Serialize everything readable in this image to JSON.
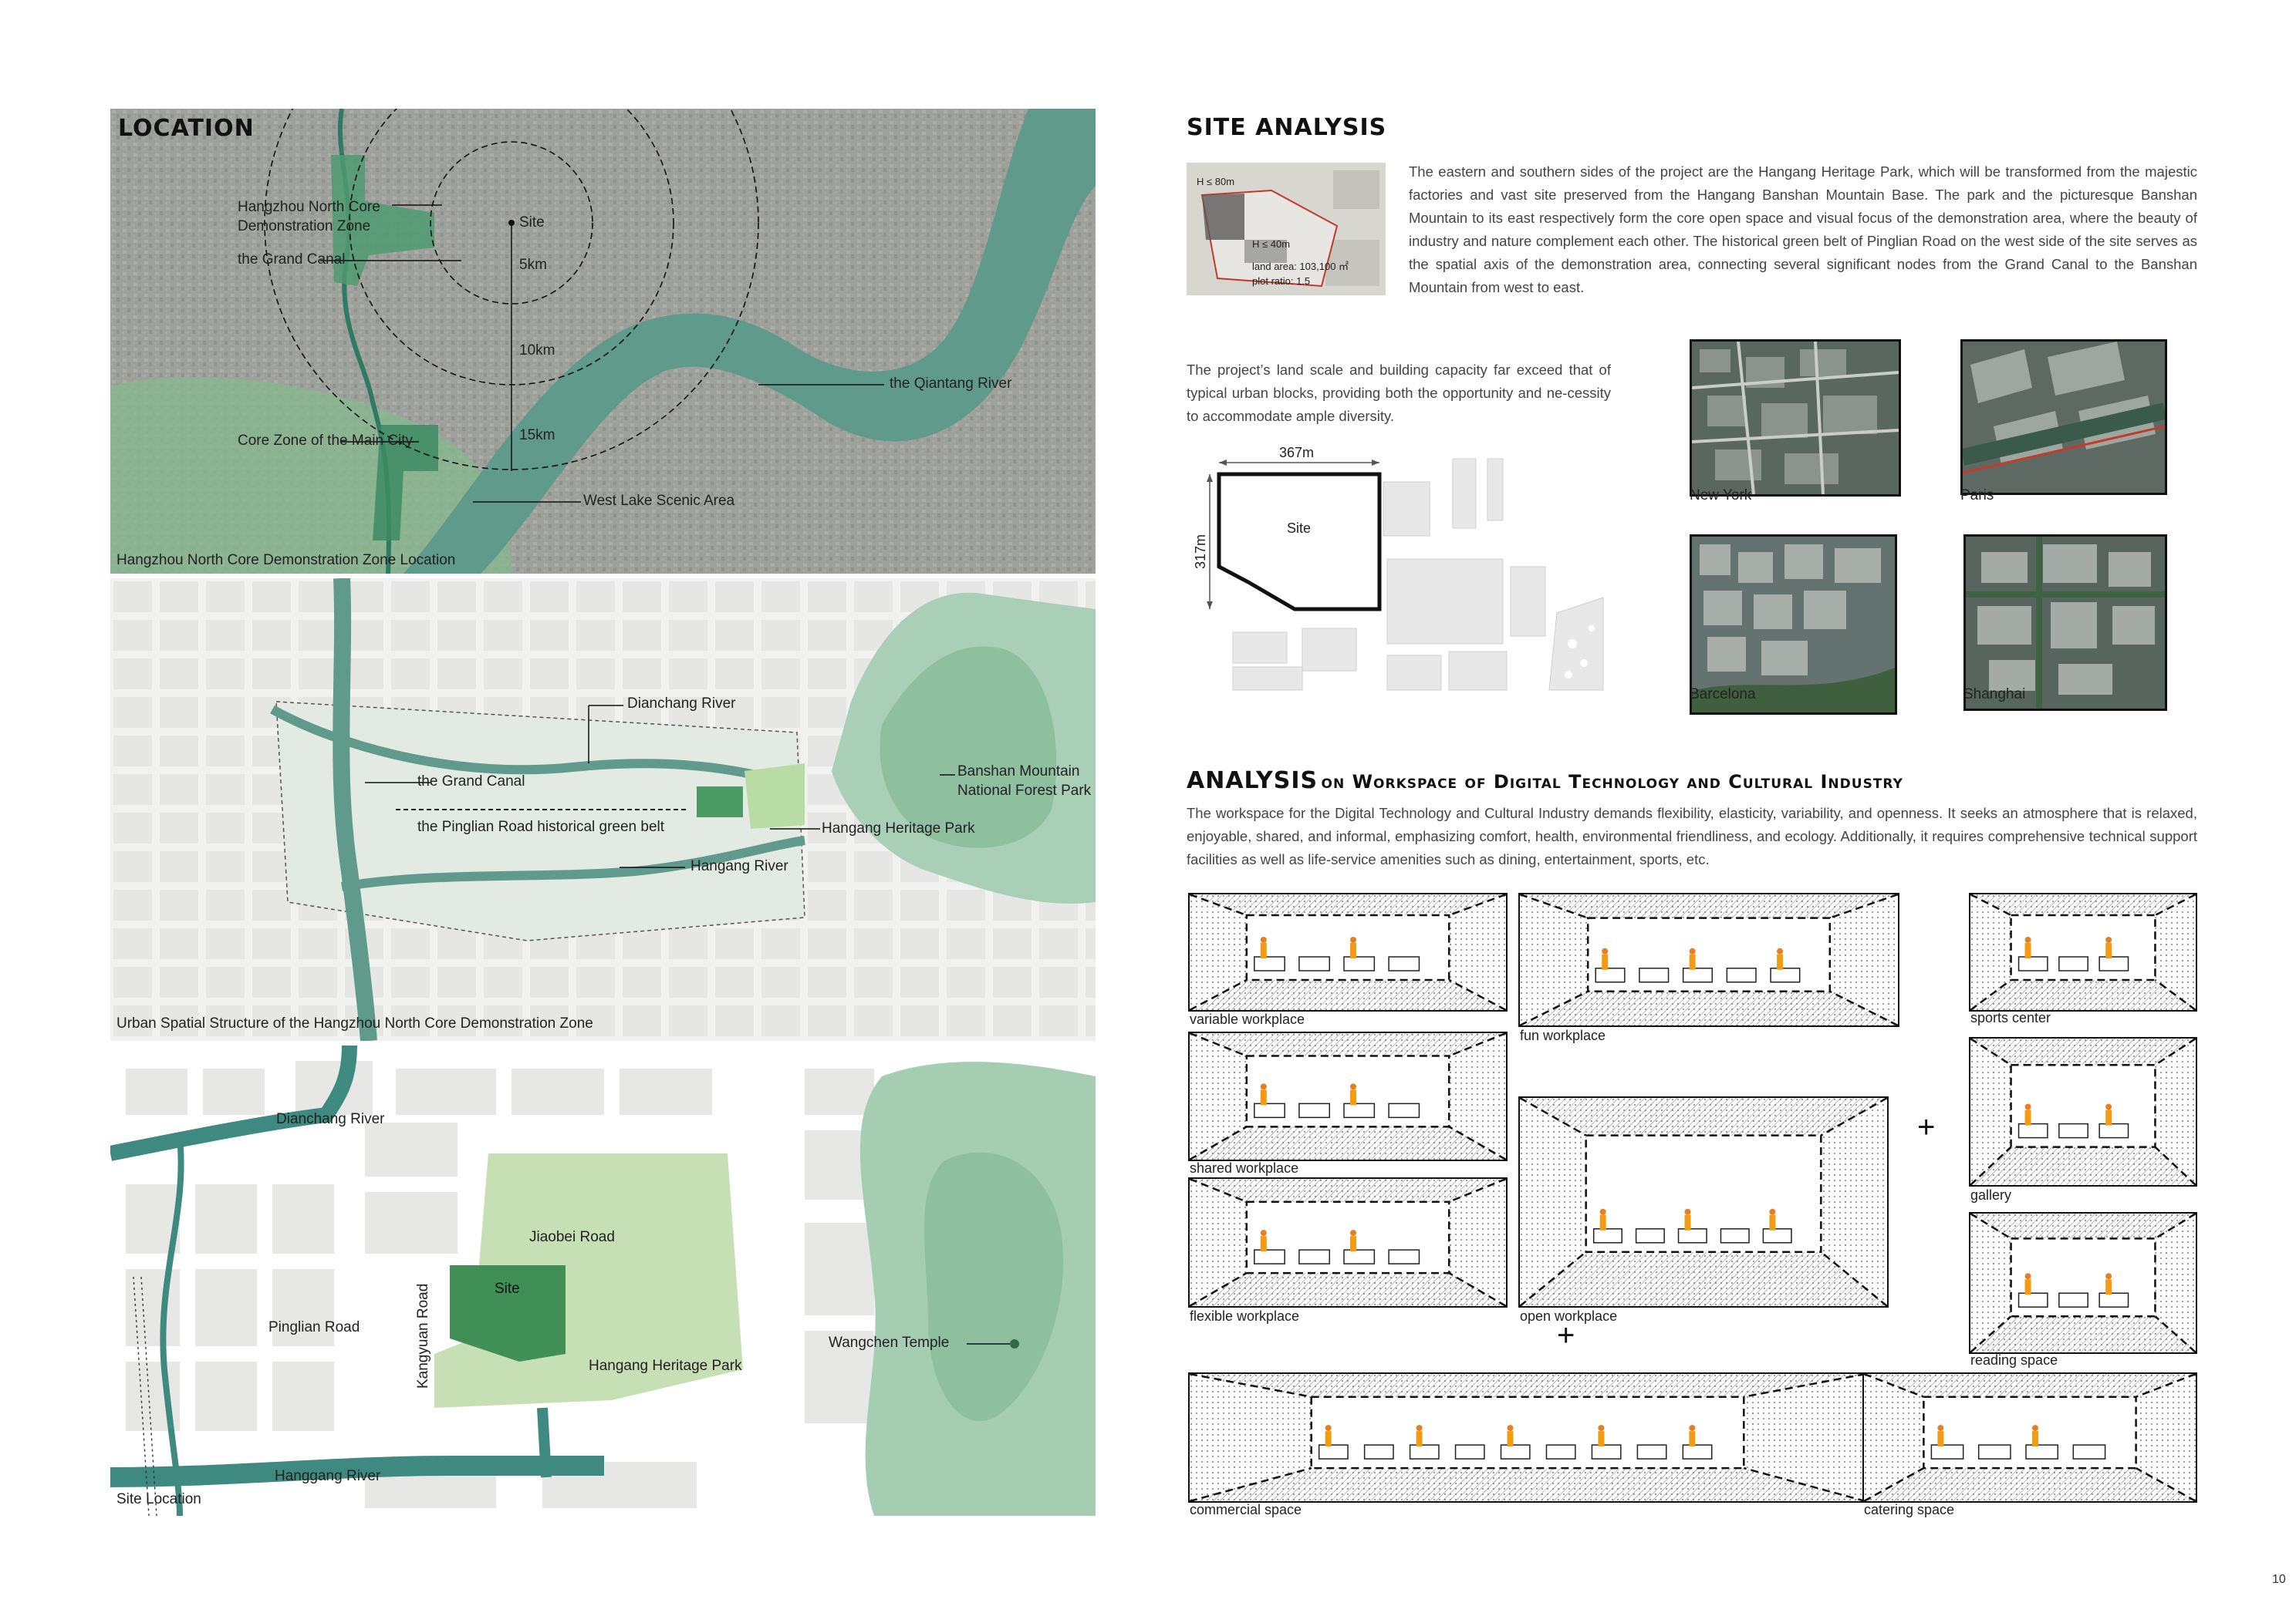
{
  "location": {
    "title": "LOCATION",
    "satellite_caption": "Hangzhou North Core Demonstration Zone Location",
    "satellite_labels": {
      "north_core": "Hangzhou North Core\nDemonstration Zone",
      "site": "Site",
      "grand_canal": "the Grand Canal",
      "r5": "5km",
      "r10": "10km",
      "r15": "15km",
      "core_zone": "Core Zone of the Main City",
      "qiantang": "the Qiantang River",
      "west_lake": "West Lake Scenic Area"
    },
    "structure_caption": "Urban Spatial Structure of the Hangzhou North Core Demonstration Zone",
    "structure_labels": {
      "dianchang": "Dianchang River",
      "grand_canal": "the Grand Canal",
      "banshan": "Banshan Mountain\nNational Forest Park",
      "pinglian_belt": "the Pinglian Road historical green belt",
      "heritage_park": "Hangang Heritage Park",
      "hangang_river": "Hangang River"
    },
    "site_caption": "Site Location",
    "site_labels": {
      "dianchang": "Dianchang River",
      "jiaobei": "Jiaobei Road",
      "site": "Site",
      "pinglian": "Pinglian Road",
      "kangyuan": "Kangyuan Road",
      "heritage_park": "Hangang Heritage Park",
      "wangchen": "Wangchen Temple",
      "hanggang": "Hanggang River"
    }
  },
  "site_analysis": {
    "title": "SITE ANALYSIS",
    "diagram_labels": {
      "h80": "H ≤ 80m",
      "h40": "H ≤ 40m",
      "land_area": "land area:  103,100 ㎡",
      "plot_ratio": "plot ratio:   1.5"
    },
    "paragraph": "The eastern and southern sides of the project are the Hangang Heritage Park, which will be transformed from the majestic factories and vast site preserved from the Hangang Banshan Mountain Base. The park and the picturesque Banshan Mountain to its east respectively form the core open space and visual focus of the demonstration area, where the beauty of industry and nature complement each other. The historical green belt of Pinglian Road on the west side of the site serves as the spatial axis of the demonstration area, connecting several significant nodes from the Grand Canal to the Banshan Mountain from west to east.",
    "scale_text": "The project’s land scale and building capacity far exceed that of typical urban blocks, providing both the opportunity and ne-cessity to accommodate ample diversity.",
    "width_dim": "367m",
    "height_dim": "317m",
    "site_label": "Site",
    "cities": [
      "New York",
      "Paris",
      "Barcelona",
      "Shanghai"
    ]
  },
  "workspace": {
    "title_strong": "ANALYSIS",
    "title_rest": "on Workspace of Digital Technology and Cultural Industry",
    "paragraph": "The workspace for the Digital Technology and Cultural Industry demands flexibility, elasticity, variability, and openness. It seeks an atmosphere that is relaxed, enjoyable, shared, and informal, emphasizing comfort, health, environmental friendliness, and ecology. Additionally, it requires comprehensive technical support facilities as well as life-service amenities such as dining, entertainment, sports, etc.",
    "sketches": [
      "variable workplace",
      "fun workplace",
      "sports center",
      "shared workplace",
      "gallery",
      "flexible workplace",
      "open workplace",
      "reading space",
      "commercial space",
      "catering space"
    ],
    "plus": "+"
  },
  "page_number": "10"
}
